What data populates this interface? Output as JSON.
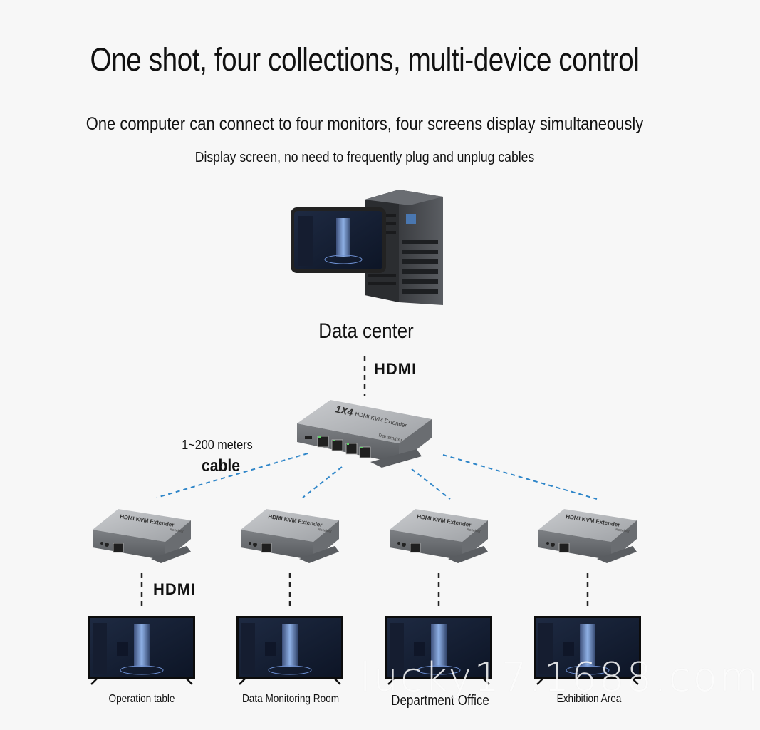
{
  "header": {
    "title": "One shot, four collections, multi-device control",
    "subtitle": "One computer can connect to four monitors, four screens display simultaneously",
    "subtitle2": "Display screen, no need to frequently plug and unplug cables"
  },
  "source": {
    "label": "Data center",
    "link_label": "HDMI"
  },
  "transmitter": {
    "model_label": "1X4",
    "name_label": "HDMI KVM Extender",
    "role_label": "Transmitter"
  },
  "distance": {
    "range": "1~200 meters",
    "medium": "cable"
  },
  "receiver": {
    "name_label": "HDMI KVM Extender",
    "role_label": "Receiver"
  },
  "output_link_label": "HDMI",
  "locations": [
    {
      "label": "Operation table"
    },
    {
      "label": "Data Monitoring Room"
    },
    {
      "label": "Department Office"
    },
    {
      "label": "Exhibition Area"
    }
  ],
  "watermark": "lucky17.1688.com",
  "colors": {
    "background": "#f7f7f7",
    "cable_line": "#2f86c9",
    "device": "#8a8d91",
    "screen": "#1c2840"
  }
}
